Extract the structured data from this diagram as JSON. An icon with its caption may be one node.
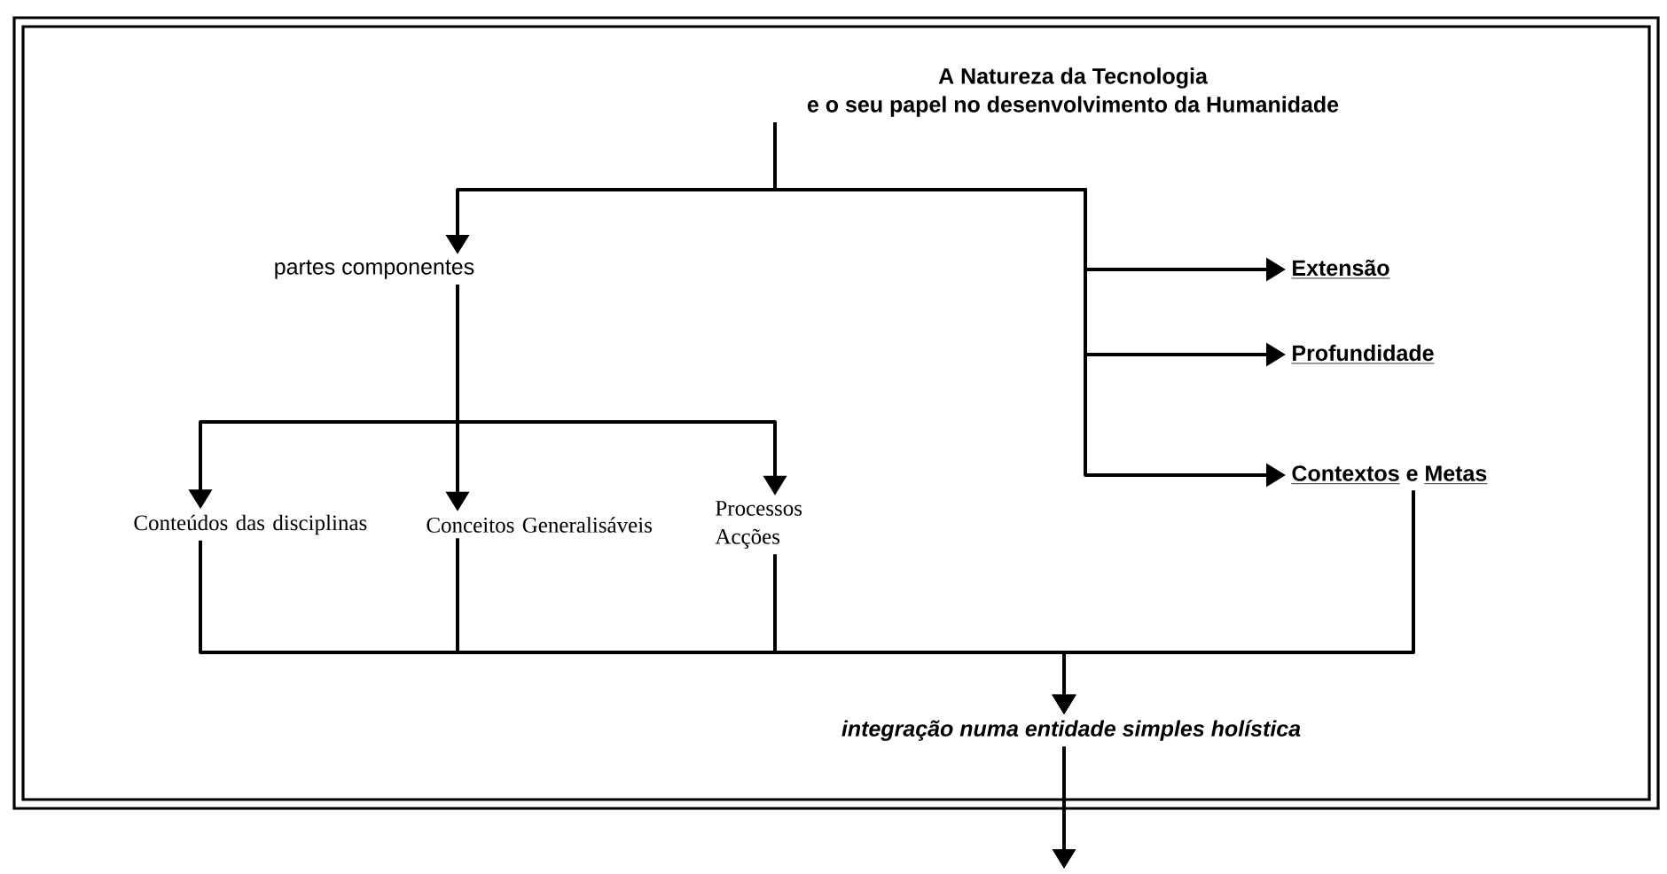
{
  "diagram": {
    "nodes": [
      {
        "text": [
          "A Natureza da Tecnologia",
          "e o seu papel no desenvolvimento da Humanidade"
        ]
      },
      {
        "text": [
          "partes componentes"
        ]
      },
      {
        "text": [
          "Extensão"
        ]
      },
      {
        "text": [
          "Profundidade"
        ]
      },
      {
        "text": [
          "Contextos",
          "e",
          "Metas"
        ]
      },
      {
        "text": [
          "Conteúdos das disciplinas"
        ]
      },
      {
        "text": [
          "Conceitos Generalisáveis"
        ]
      },
      {
        "text": [
          "Processos Acções"
        ]
      },
      {
        "text": [
          "integração numa entidade simples holística"
        ]
      }
    ],
    "edges": [
      {
        "from": 0,
        "to": 1,
        "arrow": "to"
      },
      {
        "from": 0,
        "to": 2,
        "arrow": "to"
      },
      {
        "from": 0,
        "to": 3,
        "arrow": "to"
      },
      {
        "from": 0,
        "to": 4,
        "arrow": "to"
      },
      {
        "from": 1,
        "to": 5,
        "arrow": "to"
      },
      {
        "from": 1,
        "to": 6,
        "arrow": "to"
      },
      {
        "from": 1,
        "to": 7,
        "arrow": "to"
      },
      {
        "from": 5,
        "to": 8,
        "arrow": "to"
      },
      {
        "from": 6,
        "to": 8,
        "arrow": "to"
      },
      {
        "from": 7,
        "to": 8,
        "arrow": "to"
      },
      {
        "from": 4,
        "to": 8,
        "arrow": "to"
      },
      {
        "from": 8,
        "to": null,
        "arrow": "to"
      }
    ]
  }
}
